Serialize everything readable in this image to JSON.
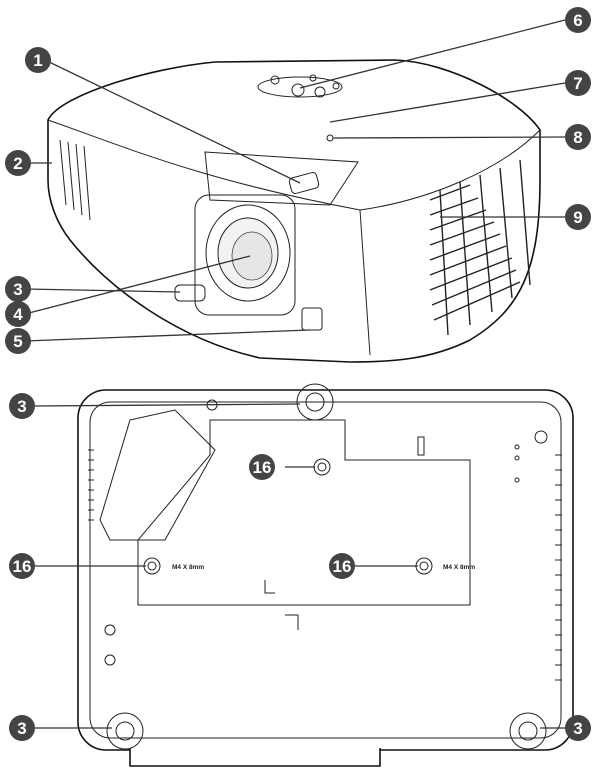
{
  "figure": {
    "colors": {
      "callout_fill": "#444444",
      "callout_text": "#ffffff",
      "line": "#111111"
    },
    "top_view": {
      "callouts": [
        {
          "id": "c1",
          "label": "1"
        },
        {
          "id": "c2",
          "label": "2"
        },
        {
          "id": "c3",
          "label": "3"
        },
        {
          "id": "c4",
          "label": "4"
        },
        {
          "id": "c5",
          "label": "5"
        },
        {
          "id": "c6",
          "label": "6"
        },
        {
          "id": "c7",
          "label": "7"
        },
        {
          "id": "c8",
          "label": "8"
        },
        {
          "id": "c9",
          "label": "9"
        }
      ]
    },
    "bottom_view": {
      "callouts": [
        {
          "id": "b3a",
          "label": "3"
        },
        {
          "id": "b16a",
          "label": "16"
        },
        {
          "id": "b16b",
          "label": "16"
        },
        {
          "id": "b16c",
          "label": "16"
        },
        {
          "id": "b3b",
          "label": "3"
        },
        {
          "id": "b3c",
          "label": "3"
        }
      ],
      "screw_label": "M4 X 8mm"
    }
  }
}
